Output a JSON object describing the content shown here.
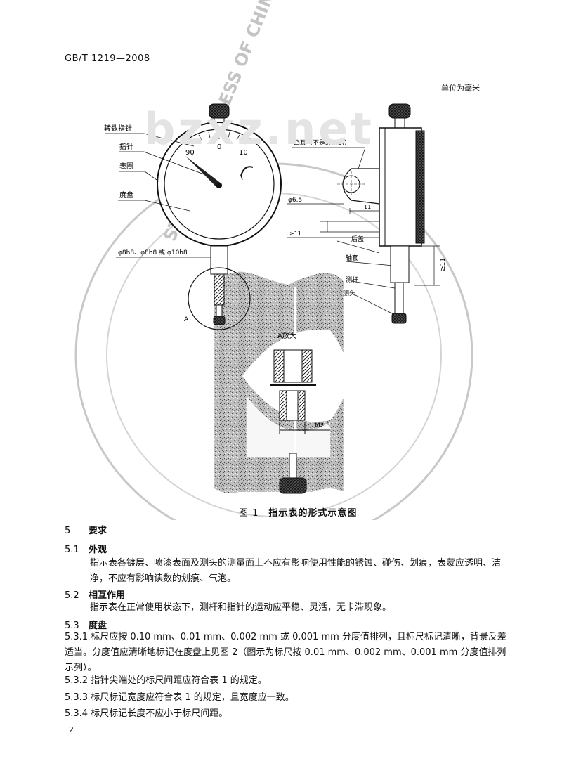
{
  "header": {
    "standard_code": "GB/T 1219—2008"
  },
  "unit_note": "单位为毫米",
  "watermark": {
    "site": "bzxz.net",
    "stamp": "STANDARDS PRESS OF CHINA"
  },
  "figure": {
    "labels": {
      "turn_pointer": "转数指针",
      "pointer": "指针",
      "bezel": "表圈",
      "dial": "度盘",
      "lug": "凸耳（不是必备的）",
      "lug_hole": "φ6.5",
      "dim_11a": "11",
      "dim_11b": "≥11",
      "dim_11c": "≥11",
      "stem_note": "φ8h8、φ8h8 或 φ10h8",
      "body": "后盖",
      "sleeve": "轴套",
      "spindle": "测杆",
      "contact": "测头",
      "detail_a": "A",
      "enlarged": "A放大",
      "thread": "M2.5"
    },
    "dial_numbers": {
      "left": "90",
      "center": "0",
      "right": "10"
    },
    "caption_num": "图 1",
    "caption": "指示表的形式示意图"
  },
  "sections": {
    "s5": {
      "num": "5",
      "title": "要求"
    },
    "s51": {
      "num": "5.1",
      "title": "外观",
      "text": "指示表各镀层、喷漆表面及测头的测量面上不应有影响使用性能的锈蚀、碰伤、划痕，表蒙应透明、洁净，不应有影响读数的划痕、气泡。"
    },
    "s52": {
      "num": "5.2",
      "title": "相互作用",
      "text": "指示表在正常使用状态下，测杆和指针的运动应平稳、灵活，无卡滞现象。"
    },
    "s53": {
      "num": "5.3",
      "title": "度盘"
    },
    "s531": {
      "num": "5.3.1",
      "text": "标尺应按 0.10 mm、0.01 mm、0.002 mm 或 0.001 mm 分度值排列，且标尺标记清晰，背景反差适当。分度值应清晰地标记在度盘上见图 2（图示为标尺按 0.01 mm、0.002 mm、0.001 mm 分度值排列示列）。"
    },
    "s532": {
      "num": "5.3.2",
      "text": "指针尖端处的标尺间距应符合表 1 的规定。"
    },
    "s533": {
      "num": "5.3.3",
      "text": "标尺标记宽度应符合表 1 的规定，且宽度应一致。"
    },
    "s534": {
      "num": "5.3.4",
      "text": "标尺标记长度不应小于标尺间距。"
    }
  },
  "page_number": "2"
}
